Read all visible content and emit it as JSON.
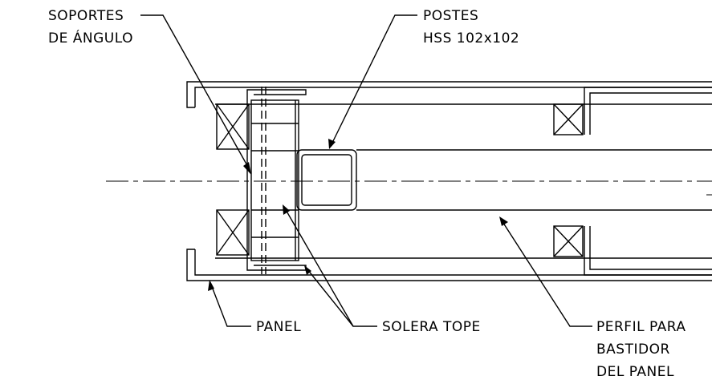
{
  "labels": {
    "soportes_line1": "SOPORTES",
    "soportes_line2": "DE ÁNGULO",
    "postes_line1": "POSTES",
    "postes_line2": "HSS 102x102",
    "panel": "PANEL",
    "solera_tope": "SOLERA TOPE",
    "perfil_line1": "PERFIL PARA",
    "perfil_line2": "BASTIDOR",
    "perfil_line3": "DEL PANEL"
  },
  "colors": {
    "line": "#000000",
    "background": "#ffffff"
  }
}
